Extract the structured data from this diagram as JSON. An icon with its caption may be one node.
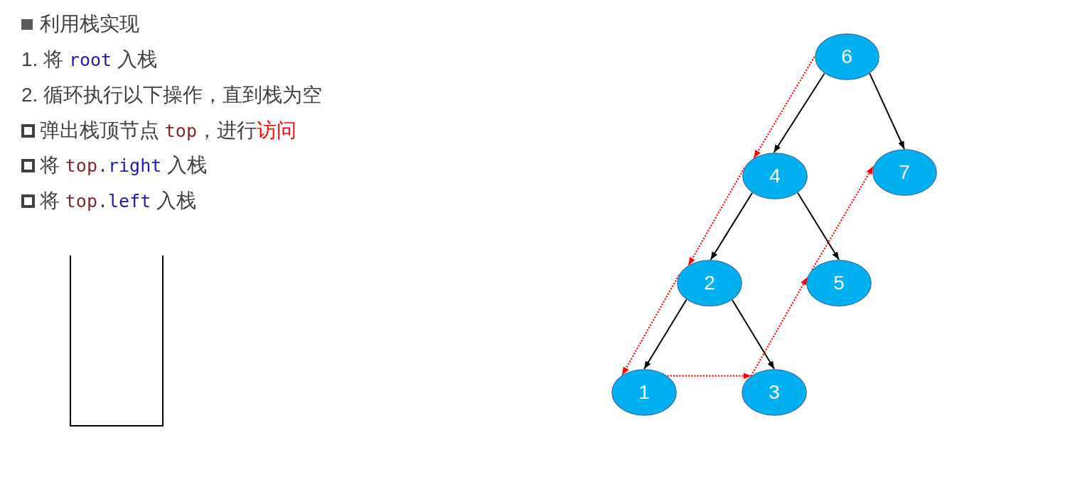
{
  "diagram": {
    "nodes": [
      {
        "text": [
          "6"
        ]
      },
      {
        "text": [
          "4"
        ]
      },
      {
        "text": [
          "7"
        ]
      },
      {
        "text": [
          "2"
        ]
      },
      {
        "text": [
          "5"
        ]
      },
      {
        "text": [
          "1"
        ]
      },
      {
        "text": [
          "3"
        ]
      }
    ],
    "edges": [
      {
        "from": 0,
        "to": 1,
        "arrow": "to"
      },
      {
        "from": 0,
        "to": 2,
        "arrow": "to"
      },
      {
        "from": 1,
        "to": 3,
        "arrow": "to"
      },
      {
        "from": 1,
        "to": 4,
        "arrow": "to"
      },
      {
        "from": 3,
        "to": 5,
        "arrow": "to"
      },
      {
        "from": 3,
        "to": 6,
        "arrow": "to"
      },
      {
        "from": 0,
        "to": 1,
        "arrow": "to",
        "style": "dashed",
        "color": "#ff0000"
      },
      {
        "from": 1,
        "to": 3,
        "arrow": "to",
        "style": "dashed",
        "color": "#ff0000"
      },
      {
        "from": 3,
        "to": 5,
        "arrow": "to",
        "style": "dashed",
        "color": "#ff0000"
      },
      {
        "from": 5,
        "to": 6,
        "arrow": "to",
        "style": "dashed",
        "color": "#ff0000"
      },
      {
        "from": 6,
        "to": 4,
        "arrow": "to",
        "style": "dashed",
        "color": "#ff0000"
      },
      {
        "from": 4,
        "to": 2,
        "arrow": "to",
        "style": "dashed",
        "color": "#ff0000"
      }
    ],
    "labels": [
      "利用栈实现",
      "1. 将 root 入栈",
      "2. 循环执行以下操作，直到栈为空",
      "弹出栈顶节点 top，进行访问",
      "将 top.right 入栈",
      "将 top.left 入栈"
    ]
  }
}
